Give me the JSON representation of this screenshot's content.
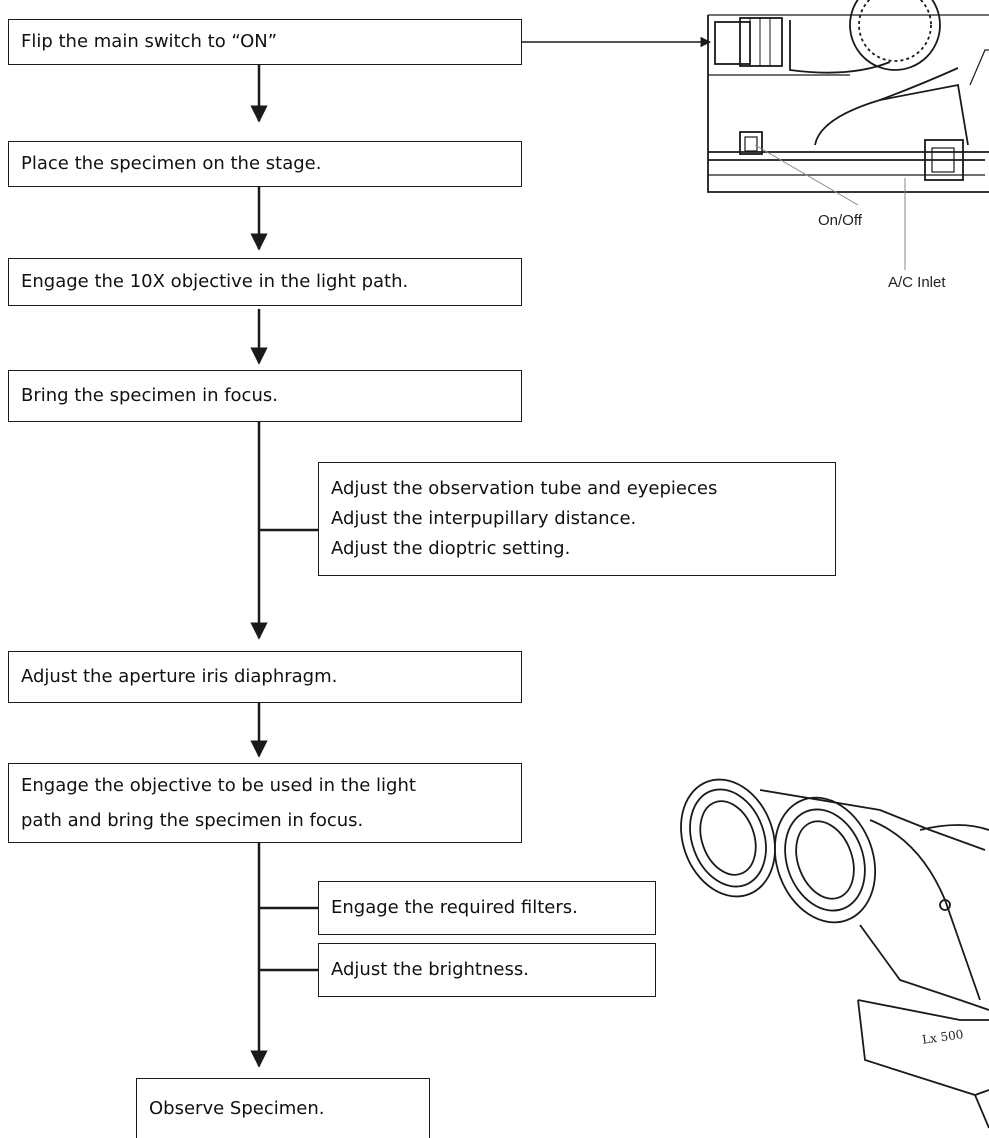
{
  "steps": [
    {
      "text": "Flip the main switch to “ON”"
    },
    {
      "text": "Place the specimen on the stage."
    },
    {
      "text": "Engage the 10X objective in the light path."
    },
    {
      "text": "Bring the specimen in focus."
    },
    {
      "lines": [
        "Adjust the observation tube and eyepieces",
        "Adjust the interpupillary distance.",
        "Adjust the dioptric setting."
      ]
    },
    {
      "text": "Adjust the aperture iris diaphragm."
    },
    {
      "lines": [
        "Engage the objective to be used in the light",
        "path and bring the specimen in focus."
      ]
    },
    {
      "text": "Engage the required filters."
    },
    {
      "text": "Adjust the brightness."
    },
    {
      "text": "Observe Specimen."
    }
  ],
  "illustration_top": {
    "labels": {
      "switch": "On/Off",
      "inlet": "A/C Inlet"
    }
  },
  "illustration_bottom": {
    "model_label": "Lx 500"
  }
}
